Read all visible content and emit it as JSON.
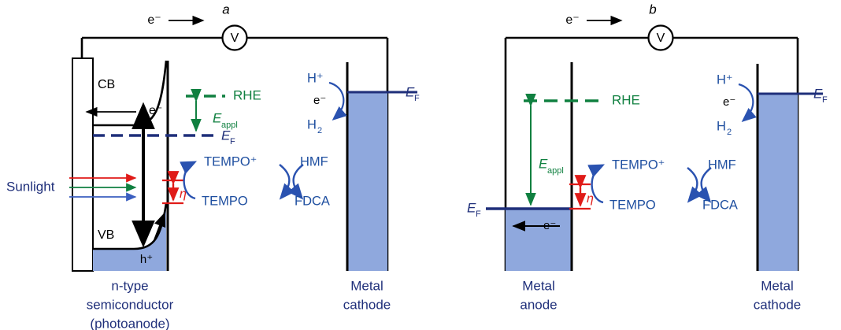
{
  "figure": {
    "type": "schematic-diagram",
    "subject": "Photoelectrochemical (a) and electrochemical (b) cells for HMF oxidation to FDCA mediated by TEMPO",
    "panels": [
      {
        "id": "a",
        "label": "a",
        "kind": "photoelectrochemical-cell",
        "anode_caption_lines": [
          "n-type",
          "semiconductor",
          "(photoanode)"
        ],
        "cathode_caption_lines": [
          "Metal",
          "cathode"
        ],
        "band_labels": {
          "conduction_band": "CB",
          "valence_band": "VB",
          "hole": "h⁺"
        },
        "carriers": {
          "electron": "e⁻"
        },
        "levels": {
          "rhe": "RHE",
          "fermi": "E",
          "fermi_sub": "F"
        },
        "energies": {
          "applied": "E",
          "applied_sub": "appl",
          "overpotential": "η"
        },
        "light": {
          "label": "Sunlight",
          "ray_colors": [
            "#e01b18",
            "#108040",
            "#3b5fc0"
          ]
        },
        "mediator": {
          "ox": "TEMPO⁺",
          "red": "TEMPO"
        },
        "substrate": {
          "reactant": "HMF",
          "product": "FDCA"
        },
        "cathode_reaction": {
          "reactant": "H⁺",
          "product": "H",
          "product_sub": "2",
          "carrier": "e⁻"
        },
        "meter": {
          "symbol": "V",
          "name": "voltmeter"
        },
        "circuit_electron_label": "e⁻"
      },
      {
        "id": "b",
        "label": "b",
        "kind": "electrochemical-cell",
        "anode_caption_lines": [
          "Metal",
          "anode"
        ],
        "cathode_caption_lines": [
          "Metal",
          "cathode"
        ],
        "carriers": {
          "electron": "e⁻"
        },
        "levels": {
          "rhe": "RHE",
          "fermi": "E",
          "fermi_sub": "F"
        },
        "energies": {
          "applied": "E",
          "applied_sub": "appl",
          "overpotential": "η"
        },
        "mediator": {
          "ox": "TEMPO⁺",
          "red": "TEMPO"
        },
        "substrate": {
          "reactant": "HMF",
          "product": "FDCA"
        },
        "cathode_reaction": {
          "reactant": "H⁺",
          "product": "H",
          "product_sub": "2",
          "carrier": "e⁻"
        },
        "meter": {
          "symbol": "V",
          "name": "voltmeter"
        },
        "circuit_electron_label": "e⁻",
        "anode_electron_label": "e⁻"
      }
    ],
    "colors": {
      "electrode_fill": "#8fa8dd",
      "fermi_blue": "#1f2f7a",
      "species_blue": "#1f4fa0",
      "rhe_green": "#108040",
      "overpotential_red": "#e01b18",
      "wire_black": "#000000",
      "background": "#ffffff"
    }
  }
}
